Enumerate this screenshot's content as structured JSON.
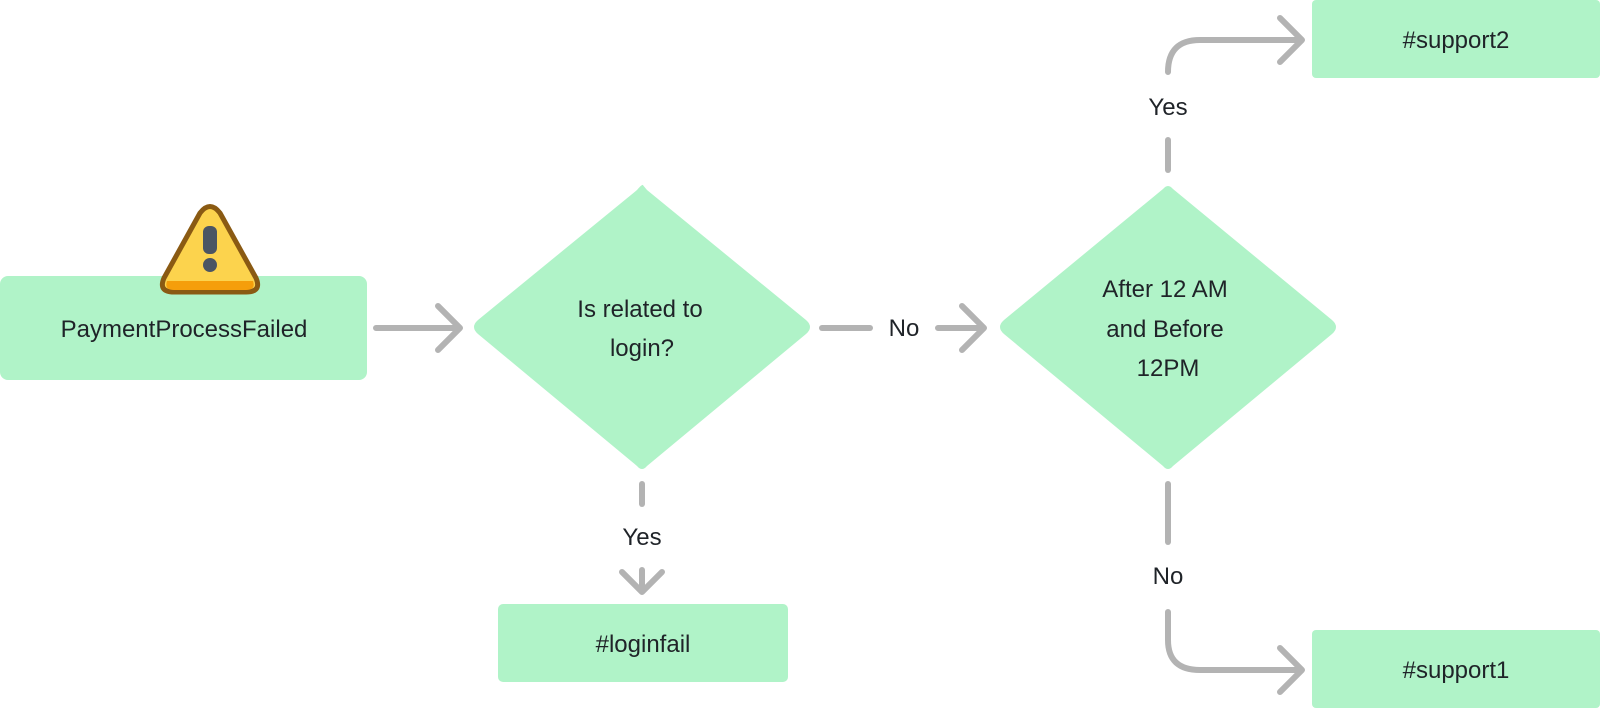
{
  "nodes": {
    "start": {
      "label": "PaymentProcessFailed"
    },
    "decision_login": {
      "lines": [
        "Is related to",
        "login?"
      ]
    },
    "decision_time": {
      "lines": [
        "After 12 AM",
        "and Before",
        "12PM"
      ]
    },
    "loginfail": {
      "label": "#loginfail"
    },
    "support2": {
      "label": "#support2"
    },
    "support1": {
      "label": "#support1"
    }
  },
  "edges": {
    "login_no": "No",
    "login_yes": "Yes",
    "time_yes": "Yes",
    "time_no": "No"
  },
  "colors": {
    "node_fill": "#b0f3c8",
    "connector": "#b3b3b3",
    "text": "#1f2328",
    "warning_fill": "#fcd34d",
    "warning_stroke": "#8a5a13"
  },
  "icons": {
    "start_badge": "warning-icon"
  }
}
